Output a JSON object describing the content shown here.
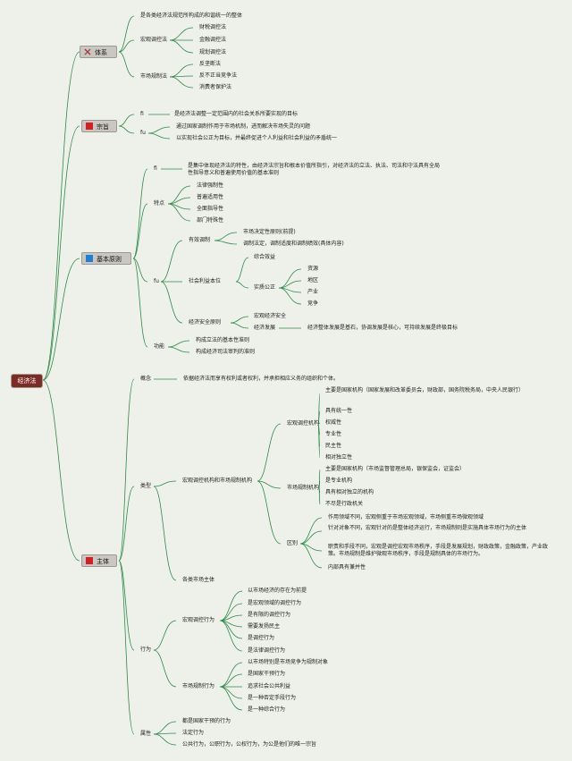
{
  "root": "经济法",
  "branches": {
    "tixi": {
      "label": "体系",
      "icon": "crossed-tools-icon",
      "items": {
        "a": "是各类经济法规范所构成的和谐统一的整体",
        "b": "宏观调控法",
        "b1": "财税调控法",
        "b2": "金融调控法",
        "b3": "规划调控法",
        "c": "市场规制法",
        "c1": "反垄断法",
        "c2": "反不正当竞争法",
        "c3": "消费者保护法"
      }
    },
    "zongzhi": {
      "label": "宗旨",
      "icon": "red-square-icon",
      "items": {
        "fi": "fi",
        "fi_text": "是经济法调整一定范围内的社会关系所要实现的目标",
        "fu": "fu",
        "fu1": "通过国家调制作用于市场机制，进而解决市场失灵的问题",
        "fu2": "以实现社会公正为目标，并最终促进个人利益和社会利益的矛盾统一"
      }
    },
    "yuanze": {
      "label": "基本原则",
      "icon": "blue-square-icon",
      "items": {
        "fi": "fi",
        "fi_text": "是集中体现经济法的特性，由经济法宗旨和根本价值所指引，对经济法的立法、执法、司法和守法具有全局性指导意义和普遍使用价值的基本准则",
        "tedian": "特点",
        "td1": "法律强制性",
        "td2": "普遍适用性",
        "td3": "全面指导性",
        "td4": "部门特殊性",
        "fu": "fu",
        "youxiao": "有效调制",
        "yx1": "市场决定性原则(前提)",
        "yx2": "调制法定，调制适度和调制绩效(具体内容)",
        "shehui": "社会利益本位",
        "sh1": "综合效益",
        "gongzheng": "实质公正",
        "gz1": "资源",
        "gz2": "地区",
        "gz3": "产业",
        "gz4": "竞争",
        "anquan": "经济安全原则",
        "aq1": "宏观经济安全",
        "aq2": "经济发展",
        "aq2_text": "经济整体发展是基石，协调发展是核心，可持续发展是终极目标",
        "gongneng": "功能",
        "gn1": "构成立法的基本性准则",
        "gn2": "构成经济司法审判的准则"
      }
    },
    "zhuti": {
      "label": "主体",
      "icon": "red-square-icon",
      "items": {
        "gainian": "概念",
        "gainian_text": "依据经济法而享有权利或者权利，并承担相应义务的组织和个体。",
        "leixing": "类型",
        "jigou": "宏观调控机构和市场规制机构",
        "hgjg": "宏观调控机构",
        "h1": "主要是国家机构（国家发展和改革委员会，财政部，国务院税务局，中央人民银行）",
        "h2": "具有统一性",
        "h3": "权威性",
        "h4": "专业性",
        "h5": "民主性",
        "h6": "相对独立性",
        "scjg": "市场规制机构",
        "s1": "主要是国家机构（市场监督管理总局，银保监会，证监会）",
        "s2": "是专业机构",
        "s3": "具有相对独立的机构",
        "s4": "不尽是行政机关",
        "qubie": "区别",
        "q1": "作用领域不同，宏观侧重于市场宏观领域，市场侧重市场微观领域",
        "q2": "针对对象不同，宏观针对的是整体经济运行，市场规制则是实施具体市场行为的主体",
        "q3": "职责和手段不同，宏观是调控宏观市场秩序，手段是发展规划，财政政策，金融政策，产业政策。市场规制是维护微观市场秩序，手段是规制具体的市场行为。",
        "q4": "内部具有兼并性",
        "gelei": "各类市场主体",
        "xingwei": "行为",
        "hgxw": "宏观调控行为",
        "hx1": "以市场经济的存在为前提",
        "hx2": "是宏观领域的调控行为",
        "hx3": "是有限的调控行为",
        "hx4": "需要发扬民主",
        "hx5": "是调控行为",
        "hx6": "是法律调控行为",
        "scxw": "市场规制行为",
        "sx1": "以市场特别是市场竞争为规制对象",
        "sx2": "是国家干预行为",
        "sx3": "追求社会公共利益",
        "sx4": "是一种否定手段行为",
        "sx5": "是一种综合行为",
        "shuxing": "属性",
        "sxg1": "都是国家干预的行为",
        "sxg2": "法定行为",
        "sxg3": "公共行为，公职行为，公权行为，为公是他们的唯一宗旨"
      }
    }
  },
  "colors": {
    "root_bg": "#7d2b27",
    "line": "#2f8a4a",
    "icon_red": "#d62020",
    "icon_blue": "#1e7fd6",
    "major_bg": "#c9c7c0"
  }
}
